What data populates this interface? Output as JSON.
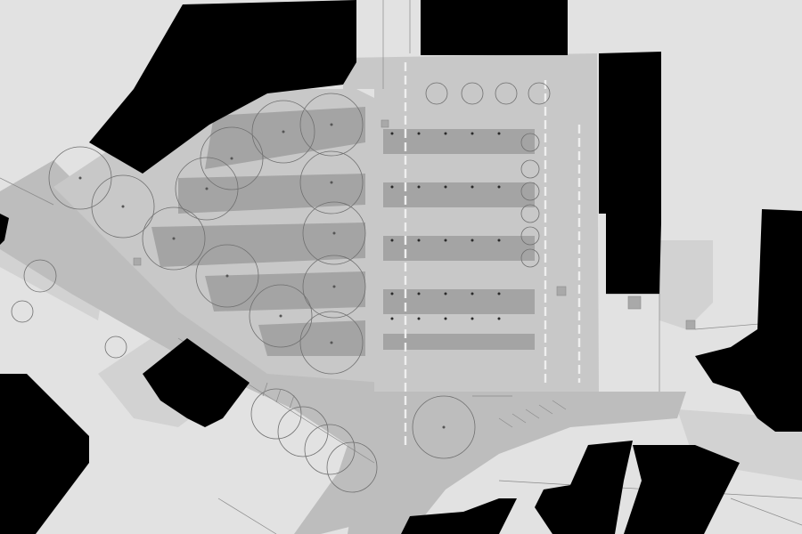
{
  "map": {
    "type": "site-plan",
    "style": "monochrome figure-ground",
    "colors": {
      "background": "#e2e2e2",
      "buildings": "#000000",
      "paving": "#bdbdbd",
      "plaza": "#c8c8c8",
      "stripes": "#a4a4a4",
      "tree_outline": "#6f6f6f"
    },
    "features": [
      "buildings",
      "paved-streets",
      "central-plaza",
      "parking-stripes",
      "tree-canopies",
      "bollards"
    ]
  }
}
